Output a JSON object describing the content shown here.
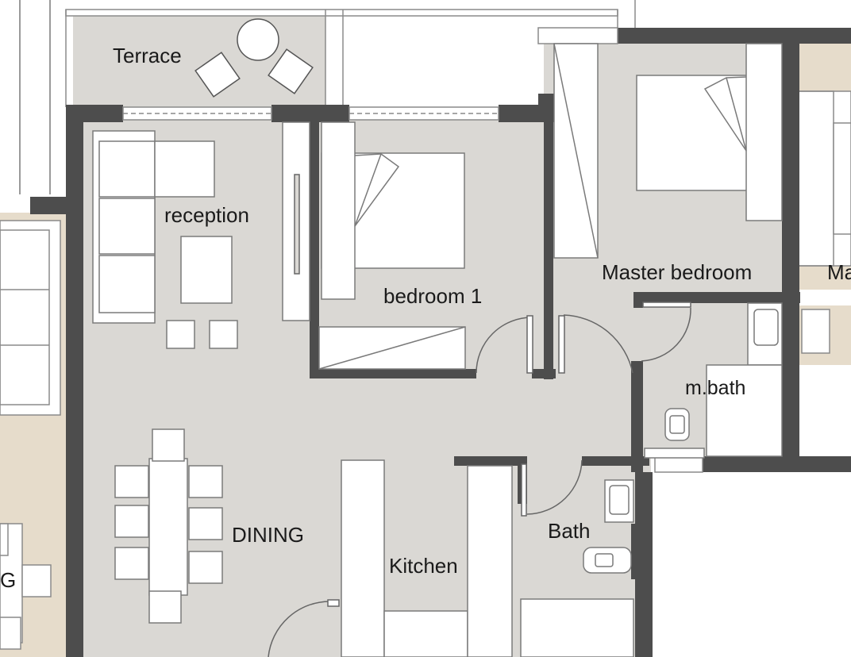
{
  "rooms": {
    "terrace": "Terrace",
    "reception": "reception",
    "bedroom1": "bedroom 1",
    "master_bedroom": "Master bedroom",
    "master_bedroom_cut": "Ma",
    "master_bath": "m.bath",
    "dining": "DINING",
    "dining_cut": "G",
    "kitchen": "Kitchen",
    "bath": "Bath"
  },
  "colors": {
    "floor": "#dad8d4",
    "wall": "#4d4d4d",
    "neighbor_floor": "#e6dccb",
    "furniture": "#ffffff",
    "outline": "#7a7a7a"
  }
}
